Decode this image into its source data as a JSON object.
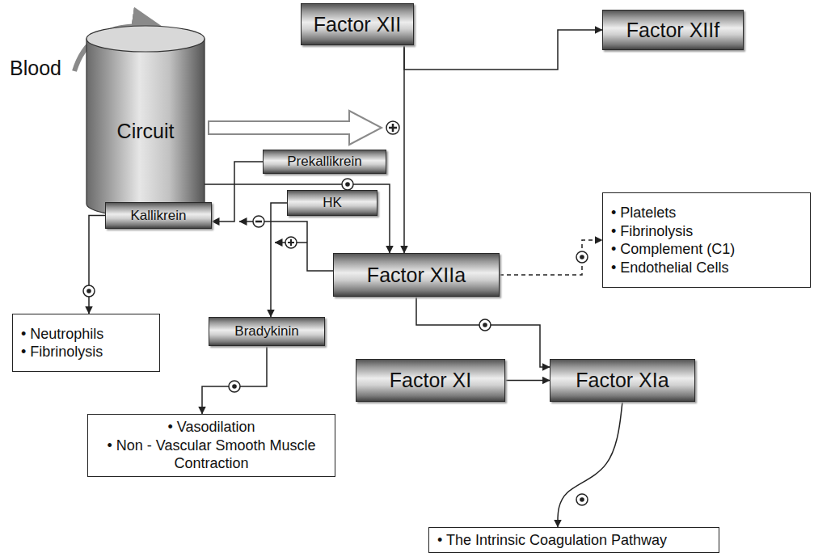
{
  "diagram": {
    "nodes": [
      {
        "text": [
          "Factor XII"
        ]
      },
      {
        "text": [
          "Factor XIIf"
        ]
      },
      {
        "text": [
          "Circuit"
        ]
      },
      {
        "text": [
          "Prekallikrein"
        ]
      },
      {
        "text": [
          "HK"
        ]
      },
      {
        "text": [
          "• Platelets",
          "• Fibrinolysis",
          "• Complement (C1)",
          "• Endothelial Cells"
        ]
      },
      {
        "text": [
          "Kallikrein"
        ]
      },
      {
        "text": [
          "Factor XIIa"
        ]
      },
      {
        "text": [
          "• Neutrophils",
          "• Fibrinolysis"
        ]
      },
      {
        "text": [
          "Bradykinin"
        ]
      },
      {
        "text": [
          "• Vasodilation",
          "• Non - Vascular Smooth Muscle Contraction"
        ]
      },
      {
        "text": [
          "Factor XI"
        ]
      },
      {
        "text": [
          "Factor XIa"
        ]
      },
      {
        "text": [
          "• The Intrinsic Coagulation Pathway"
        ]
      }
    ],
    "edges": [
      {
        "from": 0,
        "to": 1,
        "arrow": "to"
      },
      {
        "from": 0,
        "to": 7,
        "arrow": "to"
      },
      {
        "from": 3,
        "to": 6,
        "arrow": "to"
      },
      {
        "from": 6,
        "to": 7,
        "arrow": "to"
      },
      {
        "from": 4,
        "to": 9,
        "arrow": "to"
      },
      {
        "from": 7,
        "to": 5,
        "arrow": "to"
      },
      {
        "from": 6,
        "to": 8,
        "arrow": "to"
      },
      {
        "from": 9,
        "to": 10,
        "arrow": "to"
      },
      {
        "from": 11,
        "to": 12,
        "arrow": "to"
      },
      {
        "from": 7,
        "to": 12,
        "arrow": "to"
      },
      {
        "from": 12,
        "to": 13,
        "arrow": "to"
      }
    ],
    "labels": [
      "Blood"
    ]
  }
}
